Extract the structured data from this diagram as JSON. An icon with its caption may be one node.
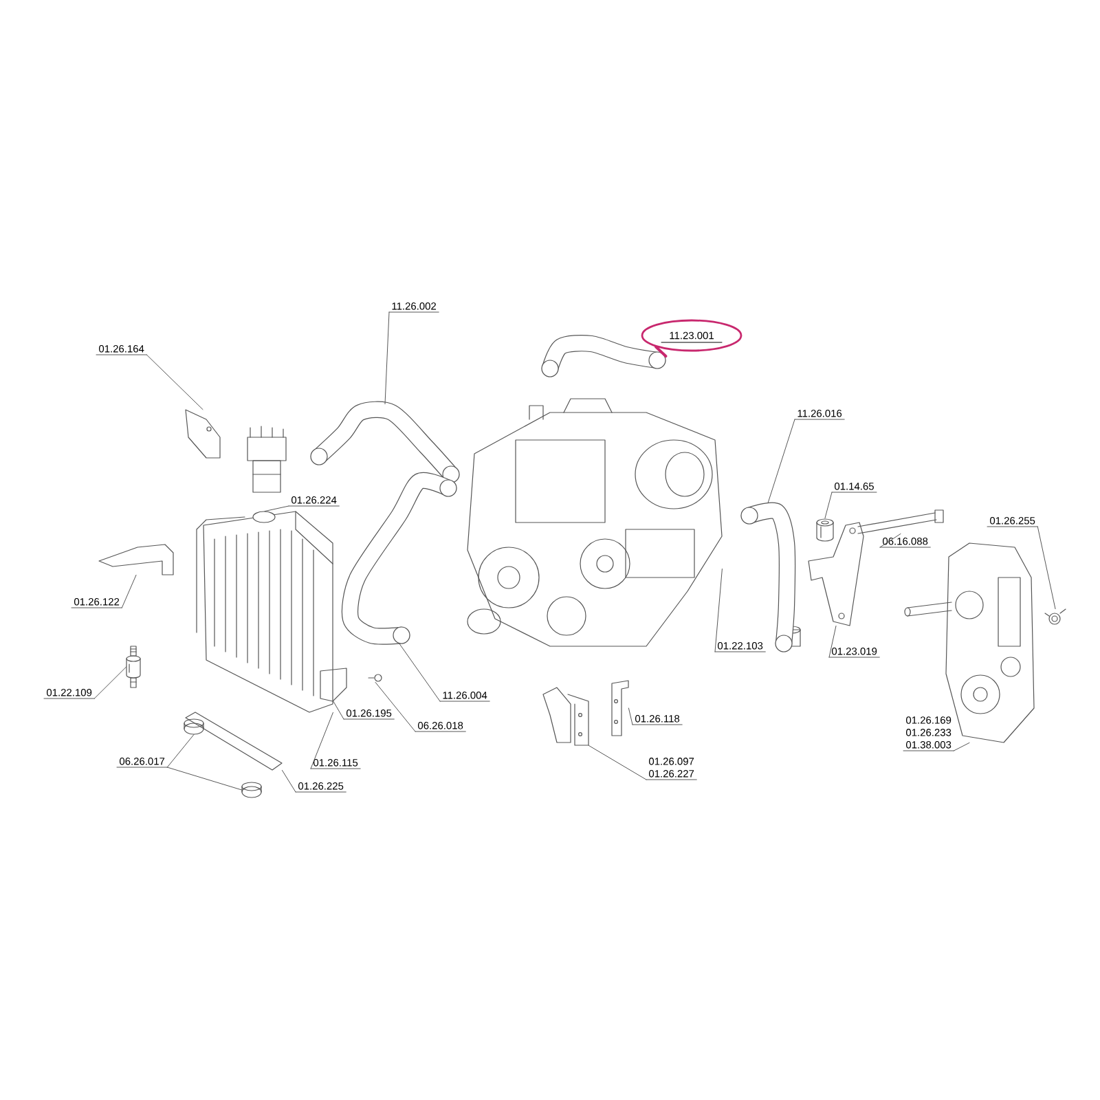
{
  "diagram": {
    "nodes": [
      {
        "text": [
          "11.26.002"
        ]
      },
      {
        "text": [
          "11.23.001"
        ]
      },
      {
        "text": [
          "01.26.164"
        ]
      },
      {
        "text": [
          "11.26.016"
        ]
      },
      {
        "text": [
          "01.26.224"
        ]
      },
      {
        "text": [
          "01.14.65"
        ]
      },
      {
        "text": [
          "01.26.255"
        ]
      },
      {
        "text": [
          "06.16.088"
        ]
      },
      {
        "text": [
          "01.26.122"
        ]
      },
      {
        "text": [
          "01.22.109"
        ]
      },
      {
        "text": [
          "01.22.103"
        ]
      },
      {
        "text": [
          "01.23.019"
        ]
      },
      {
        "text": [
          "11.26.004"
        ]
      },
      {
        "text": [
          "01.26.195"
        ]
      },
      {
        "text": [
          "06.26.018"
        ]
      },
      {
        "text": [
          "01.26.118"
        ]
      },
      {
        "text": [
          "01.26.115"
        ]
      },
      {
        "text": [
          "06.26.017"
        ]
      },
      {
        "text": [
          "01.26.225"
        ]
      },
      {
        "text": [
          "01.26.097",
          "01.26.227"
        ]
      },
      {
        "text": [
          "01.26.169",
          "01.26.233",
          "01.38.003"
        ]
      },
      {
        "text": [],
        "shape": "picture"
      },
      {
        "text": [],
        "shape": "picture"
      },
      {
        "text": [],
        "shape": "picture"
      },
      {
        "text": [],
        "shape": "picture"
      },
      {
        "text": [],
        "shape": "picture"
      },
      {
        "text": [],
        "shape": "picture"
      },
      {
        "text": [],
        "shape": "picture"
      },
      {
        "text": [],
        "shape": "picture"
      },
      {
        "text": [],
        "shape": "picture"
      },
      {
        "text": [],
        "shape": "picture"
      },
      {
        "text": [],
        "shape": "picture"
      },
      {
        "text": [],
        "shape": "picture"
      },
      {
        "text": [],
        "shape": "picture"
      },
      {
        "text": [],
        "shape": "picture"
      },
      {
        "text": [],
        "shape": "picture"
      },
      {
        "text": [],
        "shape": "picture"
      },
      {
        "text": [],
        "shape": "picture"
      },
      {
        "text": [],
        "shape": "picture"
      },
      {
        "text": [],
        "shape": "picture"
      },
      {
        "text": [],
        "shape": "picture"
      },
      {
        "text": [],
        "shape": "picture"
      }
    ],
    "edges": [
      {
        "from": 0,
        "to": 21,
        "arrow": "none"
      },
      {
        "from": 1,
        "to": 22,
        "arrow": "none",
        "style": "thick",
        "color": "#c8286e"
      },
      {
        "from": 2,
        "to": 23,
        "arrow": "none"
      },
      {
        "from": 3,
        "to": 24,
        "arrow": "none"
      },
      {
        "from": 4,
        "to": 25,
        "arrow": "none"
      },
      {
        "from": 5,
        "to": 26,
        "arrow": "none"
      },
      {
        "from": 6,
        "to": 27,
        "arrow": "none"
      },
      {
        "from": 7,
        "to": 28,
        "arrow": "none"
      },
      {
        "from": 8,
        "to": 29,
        "arrow": "none"
      },
      {
        "from": 9,
        "to": 30,
        "arrow": "none"
      },
      {
        "from": 10,
        "to": 31,
        "arrow": "none"
      },
      {
        "from": 11,
        "to": 32,
        "arrow": "none"
      },
      {
        "from": 12,
        "to": 33,
        "arrow": "none"
      },
      {
        "from": 13,
        "to": 34,
        "arrow": "none"
      },
      {
        "from": 14,
        "to": 35,
        "arrow": "none"
      },
      {
        "from": 15,
        "to": 36,
        "arrow": "none"
      },
      {
        "from": 16,
        "to": 25,
        "arrow": "none"
      },
      {
        "from": 17,
        "to": 37,
        "arrow": "none"
      },
      {
        "from": 17,
        "to": 38,
        "arrow": "none"
      },
      {
        "from": 18,
        "to": 39,
        "arrow": "none"
      },
      {
        "from": 19,
        "to": 40,
        "arrow": "none"
      },
      {
        "from": 20,
        "to": 41,
        "arrow": "none"
      }
    ]
  }
}
